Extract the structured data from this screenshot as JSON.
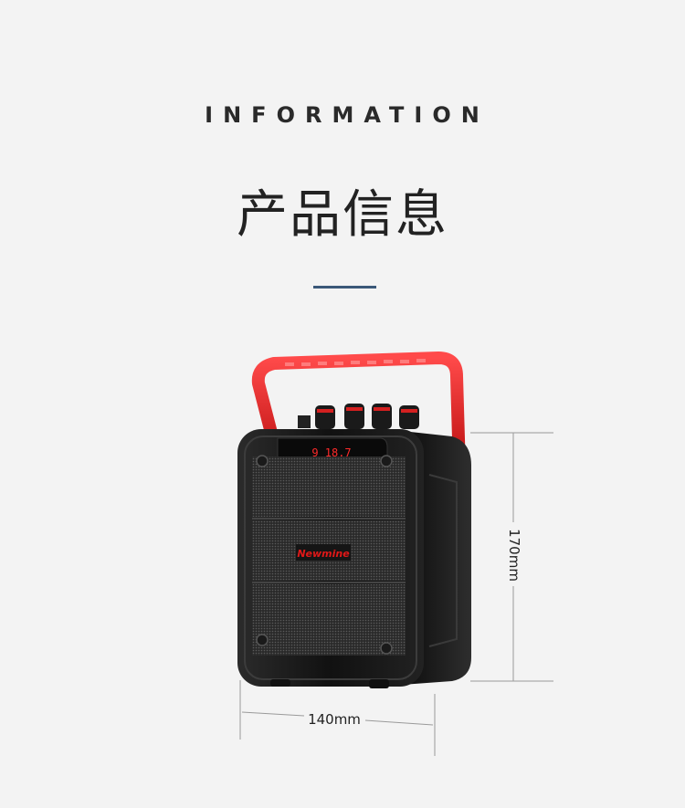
{
  "heading": {
    "english": "INFORMATION",
    "chinese": "产品信息"
  },
  "product": {
    "brand_label": "Newmine",
    "display_readout": "9 18.7",
    "width_label": "140mm",
    "height_label": "170mm"
  },
  "colors": {
    "background": "#f3f3f3",
    "divider": "#3a5878",
    "handle_red": "#d81414",
    "body_black": "#161616"
  }
}
